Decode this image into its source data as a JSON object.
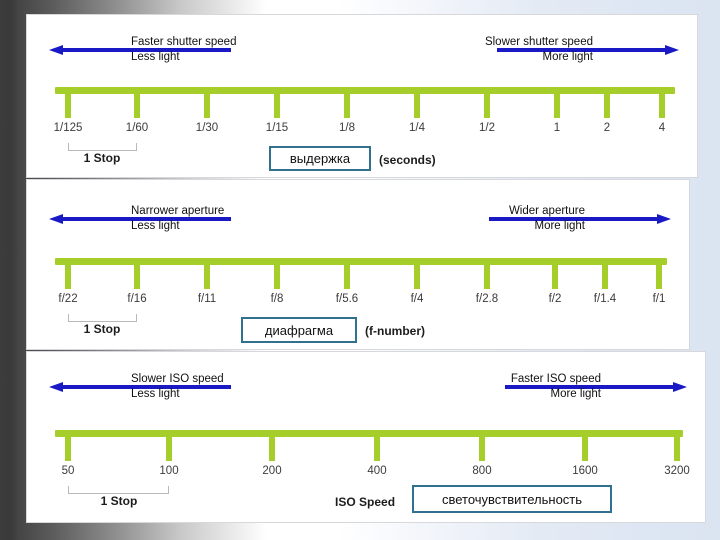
{
  "background": {
    "gradient_from": "#3a3a3a",
    "gradient_mid": "#ffffff",
    "gradient_to": "#dbe4f1"
  },
  "theme": {
    "axis_color": "#a6ce2b",
    "arrow_color": "#1919c6",
    "box_border": "#31708f",
    "panel_bg": "#ffffff"
  },
  "panels": [
    {
      "id": "shutter",
      "left_label": "Faster shutter speed\nLess light",
      "right_label": "Slower shutter speed\nMore light",
      "ticks": [
        "1/125",
        "1/60",
        "1/30",
        "1/15",
        "1/8",
        "1/4",
        "1/2",
        "1",
        "2",
        "4"
      ],
      "stop_label": "1 Stop",
      "unit_label": "(seconds)",
      "ru_label": "выдержка"
    },
    {
      "id": "aperture",
      "left_label": "Narrower aperture\nLess light",
      "right_label": "Wider aperture\nMore light",
      "ticks": [
        "f/22",
        "f/16",
        "f/11",
        "f/8",
        "f/5.6",
        "f/4",
        "f/2.8",
        "f/2",
        "f/1.4",
        "f/1"
      ],
      "stop_label": "1 Stop",
      "unit_label": "(f-number)",
      "ru_label": "диафрагма"
    },
    {
      "id": "iso",
      "left_label": "Slower ISO speed\nLess light",
      "right_label": "Faster ISO speed\nMore light",
      "ticks": [
        "50",
        "100",
        "200",
        "400",
        "800",
        "1600",
        "3200"
      ],
      "stop_label": "1 Stop",
      "unit_label": "ISO Speed",
      "ru_label": "светочувствительность"
    }
  ]
}
